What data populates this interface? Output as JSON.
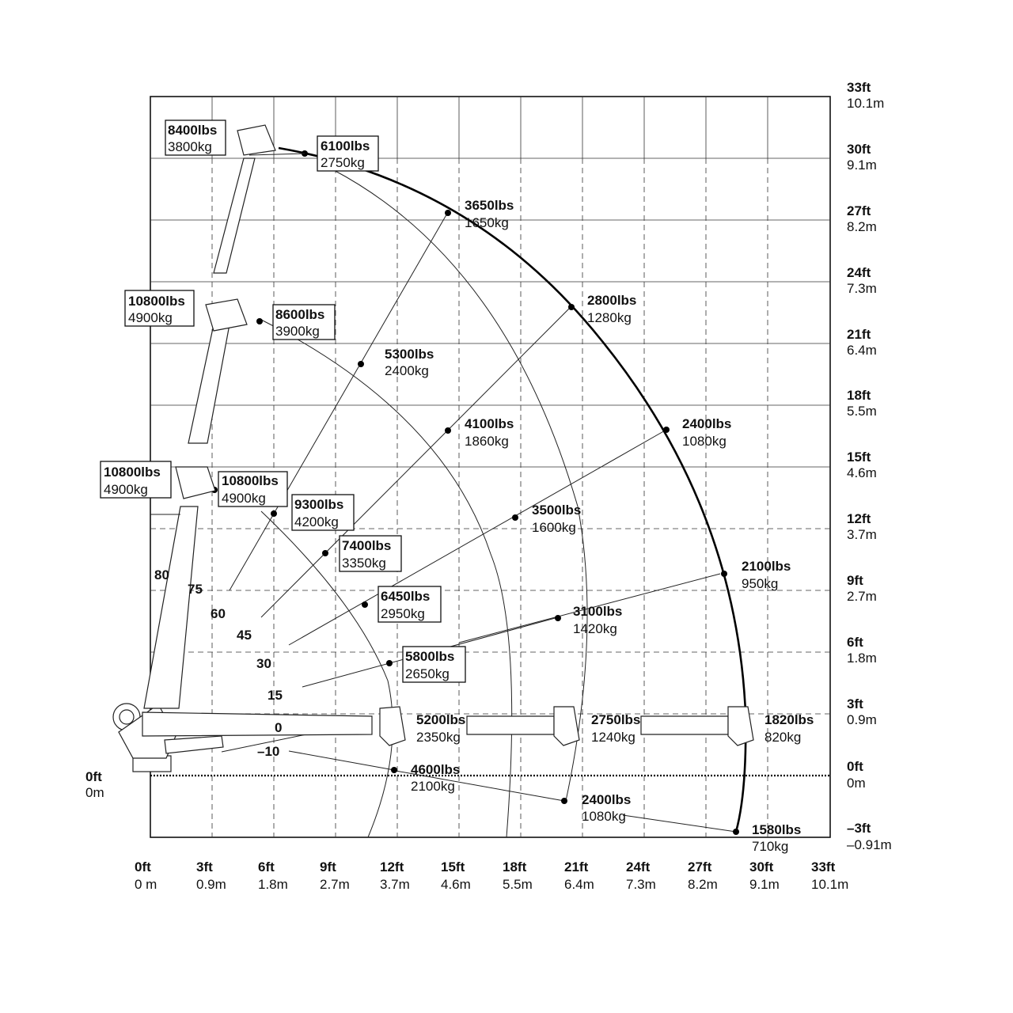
{
  "x_axis": [
    {
      "ft": "0ft",
      "m": "0 m"
    },
    {
      "ft": "3ft",
      "m": "0.9m"
    },
    {
      "ft": "6ft",
      "m": "1.8m"
    },
    {
      "ft": "9ft",
      "m": "2.7m"
    },
    {
      "ft": "12ft",
      "m": "3.7m"
    },
    {
      "ft": "15ft",
      "m": "4.6m"
    },
    {
      "ft": "18ft",
      "m": "5.5m"
    },
    {
      "ft": "21ft",
      "m": "6.4m"
    },
    {
      "ft": "24ft",
      "m": "7.3m"
    },
    {
      "ft": "27ft",
      "m": "8.2m"
    },
    {
      "ft": "30ft",
      "m": "9.1m"
    },
    {
      "ft": "33ft",
      "m": "10.1m"
    }
  ],
  "y_axis": [
    {
      "ft": "33ft",
      "m": "10.1m"
    },
    {
      "ft": "30ft",
      "m": "9.1m"
    },
    {
      "ft": "27ft",
      "m": "8.2m"
    },
    {
      "ft": "24ft",
      "m": "7.3m"
    },
    {
      "ft": "21ft",
      "m": "6.4m"
    },
    {
      "ft": "18ft",
      "m": "5.5m"
    },
    {
      "ft": "15ft",
      "m": "4.6m"
    },
    {
      "ft": "12ft",
      "m": "3.7m"
    },
    {
      "ft": "9ft",
      "m": "2.7m"
    },
    {
      "ft": "6ft",
      "m": "1.8m"
    },
    {
      "ft": "3ft",
      "m": "0.9m"
    },
    {
      "ft": "0ft",
      "m": "0m"
    },
    {
      "ft": "–3ft",
      "m": "–0.91m"
    }
  ],
  "zero_left": {
    "ft": "0ft",
    "m": "0m"
  },
  "angles": [
    "80",
    "75",
    "60",
    "45",
    "30",
    "15",
    "0",
    "–10"
  ],
  "loads": {
    "a": {
      "lbs": "8400lbs",
      "kg": "3800kg"
    },
    "b": {
      "lbs": "6100lbs",
      "kg": "2750kg"
    },
    "c": {
      "lbs": "3650lbs",
      "kg": "1650kg"
    },
    "d": {
      "lbs": "2800lbs",
      "kg": "1280kg"
    },
    "e": {
      "lbs": "10800lbs",
      "kg": "4900kg"
    },
    "f": {
      "lbs": "8600lbs",
      "kg": "3900kg"
    },
    "g": {
      "lbs": "5300lbs",
      "kg": "2400kg"
    },
    "h": {
      "lbs": "4100lbs",
      "kg": "1860kg"
    },
    "i": {
      "lbs": "2400lbs",
      "kg": "1080kg"
    },
    "j": {
      "lbs": "10800lbs",
      "kg": "4900kg"
    },
    "k": {
      "lbs": "10800lbs",
      "kg": "4900kg"
    },
    "l": {
      "lbs": "9300lbs",
      "kg": "4200kg"
    },
    "m": {
      "lbs": "3500lbs",
      "kg": "1600kg"
    },
    "n": {
      "lbs": "7400lbs",
      "kg": "3350kg"
    },
    "o": {
      "lbs": "2100lbs",
      "kg": "950kg"
    },
    "p": {
      "lbs": "6450lbs",
      "kg": "2950kg"
    },
    "q": {
      "lbs": "3100lbs",
      "kg": "1420kg"
    },
    "r": {
      "lbs": "5800lbs",
      "kg": "2650kg"
    },
    "s": {
      "lbs": "5200lbs",
      "kg": "2350kg"
    },
    "t": {
      "lbs": "2750lbs",
      "kg": "1240kg"
    },
    "u": {
      "lbs": "1820lbs",
      "kg": "820kg"
    },
    "v": {
      "lbs": "4600lbs",
      "kg": "2100kg"
    },
    "w": {
      "lbs": "2400lbs",
      "kg": "1080kg"
    },
    "x": {
      "lbs": "1580lbs",
      "kg": "710kg"
    }
  }
}
